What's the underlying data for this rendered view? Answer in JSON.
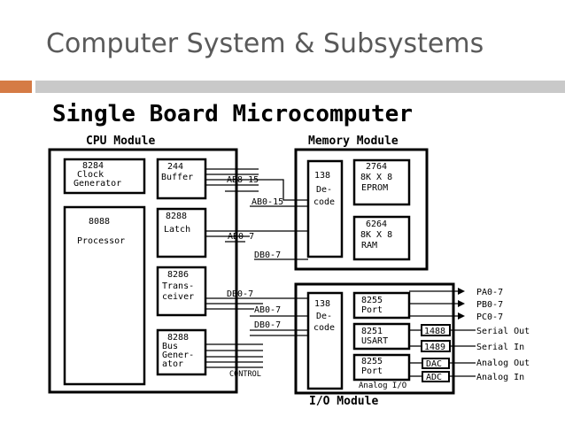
{
  "slide": {
    "title": "Computer System & Subsystems"
  },
  "colors": {
    "accent": "#d57b45",
    "rule": "#c9c9c9",
    "title_text": "#5a5a5a",
    "ink": "#000000"
  },
  "diagram": {
    "title": "Single Board Microcomputer",
    "cpu": {
      "label": "CPU Module",
      "clock": [
        "8284",
        "Clock",
        "Generator"
      ],
      "processor": [
        "8088",
        "Processor"
      ],
      "buffer": [
        "244",
        "Buffer"
      ],
      "latch": [
        "8288",
        "Latch"
      ],
      "transceiver": [
        "8286",
        "Trans-",
        "ceiver"
      ],
      "busgen": [
        "8288",
        "Bus",
        "Gener-",
        "ator"
      ]
    },
    "memory": {
      "label": "Memory Module",
      "decode": [
        "138",
        "De-",
        "code"
      ],
      "eprom": [
        "2764",
        "8K X 8",
        "EPROM"
      ],
      "ram": [
        "6264",
        "8K X 8",
        "RAM"
      ]
    },
    "io": {
      "label": "I/O Module",
      "decode": [
        "138",
        "De-",
        "code"
      ],
      "port1": [
        "8255",
        "Port"
      ],
      "usart": [
        "8251",
        "USART"
      ],
      "port2": [
        "8255",
        "Port"
      ],
      "chip1488": "1488",
      "chip1489": "1489",
      "dac": "DAC",
      "adc": "ADC",
      "analog_io": "Analog I/O"
    },
    "signals": {
      "ab8_15_a": "AB8-15",
      "ab0_15": "AB0-15",
      "ab0_7_a": "AB0-7",
      "db0_7_a": "DB0-7",
      "db0_7_b": "DB0-7",
      "ab0_7_b": "AB0-7",
      "db0_7_c": "DB0-7",
      "control": "CONTROL"
    },
    "outputs": {
      "pa": "PA0-7",
      "pb": "PB0-7",
      "pc": "PC0-7",
      "serial_out": "Serial Out",
      "serial_in": "Serial In",
      "analog_out": "Analog Out",
      "analog_in": "Analog In"
    }
  }
}
